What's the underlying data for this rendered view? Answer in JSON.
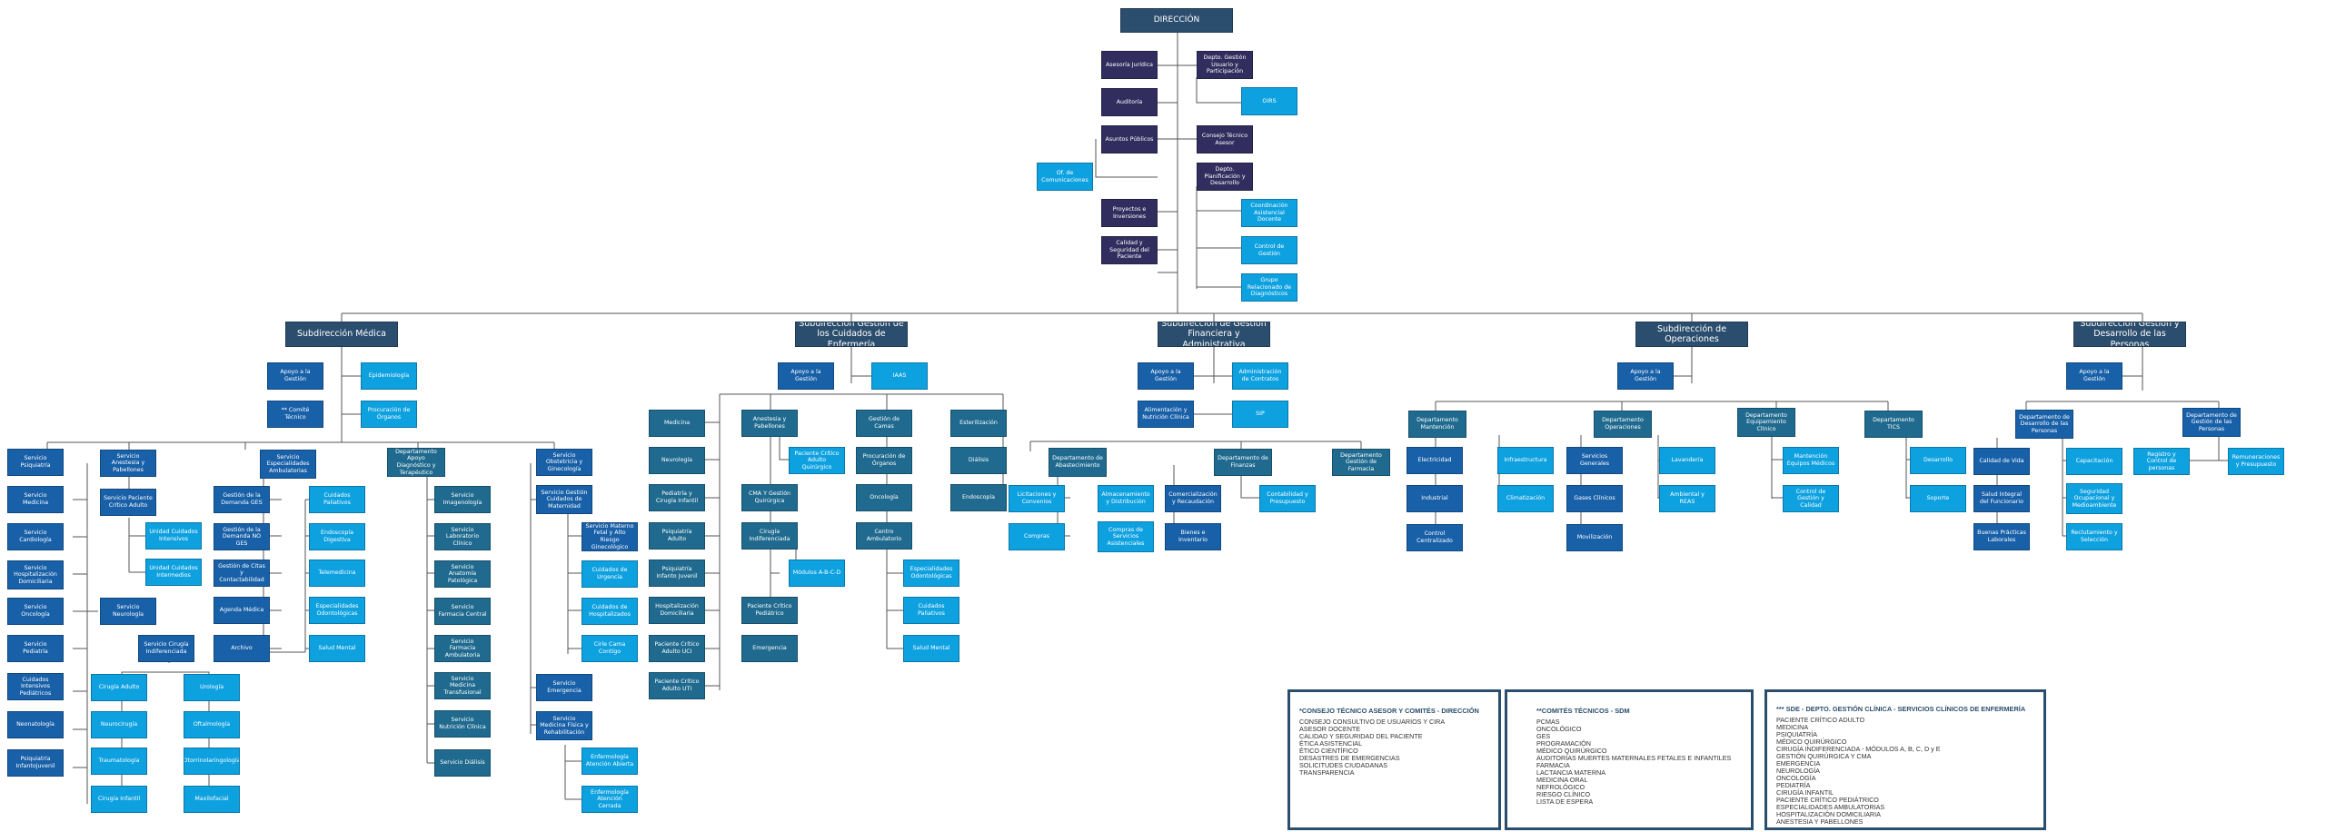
{
  "org_chart": {
    "root": "DIRECCIÓN",
    "staff": {
      "asesoria_juridica": "Asesoría Jurídica",
      "auditoria": "Auditoría",
      "asuntos_publicos": "Asuntos Públicos",
      "of_comunicaciones": "Of. de Comunicaciones",
      "proyectos_inversiones": "Proyectos e Inversiones",
      "calidad_seguridad": "Calidad y Seguridad del Paciente",
      "depto_gestion_usuario": "Depto. Gestión Usuario y Participación",
      "oirs": "OIRS",
      "consejo_tecnico": "Consejo Técnico Asesor",
      "depto_planificacion": "Depto. Planificación y Desarrollo",
      "coordinacion_docente": "Coordinación Asistencial Docente",
      "control_gestion": "Control de Gestión",
      "grupo_diagnosticos": "Grupo Relacionado de Diagnósticos"
    },
    "medica": {
      "title": "Subdirección Médica",
      "apoyo": "Apoyo a la Gestión",
      "epidemiologia": "Epidemiología",
      "comite": "** Comité Técnico",
      "procuracion": "Procuración de Órganos",
      "s_psiquiatria": "Servicio Psiquiatría",
      "s_medicina": "Servicio Medicina",
      "s_cardiologia": "Servicio Cardiología",
      "s_hospitalizacion": "Servicio Hospitalización Domiciliaria",
      "s_oncologia": "Servicio Oncología",
      "s_neurologia": "Servicio Neurología",
      "s_pediatria": "Servicio Pediatría",
      "cuidados_pediatricos": "Cuidados Intensivos Pediátricos",
      "neonatologia": "Neonatología",
      "psiquiatria_infanto": "Psiquiatría Infantojuvenil",
      "s_anestesia": "Servicio Anestesia y Pabellones",
      "s_paciente_critico": "Servicio Paciente Crítico Adulto",
      "unidad_intensivos": "Unidad Cuidados Intensivos",
      "unidad_intermedios": "Unidad Cuidados Intermedios",
      "s_cirugia_indif": "Servicio Cirugía Indiferenciada",
      "cirugia_adulto": "Cirugía Adulto",
      "neurocirugia": "Neurocirugía",
      "traumatologia": "Traumatología",
      "cirugia_infantil": "Cirugía Infantil",
      "urologia": "Urología",
      "oftalmologia": "Oftalmología",
      "otorrino": "Otorrinolaringología",
      "maxilofacial": "Maxilofacial",
      "s_especialidades": "Servicio Especialidades Ambulatorias",
      "gestion_ges": "Gestión de la Demanda GES",
      "gestion_no_ges": "Gestión de la Demanda NO GES",
      "gestion_citas": "Gestión de Citas y Contactabilidad",
      "agenda_medica": "Agenda Médica",
      "archivo": "Archivo",
      "cuidados_paliativos": "Cuidados Paliativos",
      "endoscopia": "Endoscopía Digestiva",
      "telemedicina": "Telemedicina",
      "especialidades_odonto": "Especialidades Odontológicas",
      "salud_mental": "Salud Mental",
      "depto_apoyo": "Departamento Apoyo Diagnóstico y Terapéutico",
      "s_imagenologia": "Servicio Imagenología",
      "s_laboratorio": "Servicio Laboratorio Clínico",
      "s_anatomia": "Servicio Anatomía Patológica",
      "s_farmacia_central": "Servicio Farmacia Central",
      "s_farmacia_amb": "Servicio Farmacia Ambulatoria",
      "s_medicina_transf": "Servicio Medicina Transfusional",
      "s_nutricion": "Servicio Nutrición Clínica",
      "s_dialisis": "Servicio Diálisis",
      "s_obstetricia": "Servicio Obstetricia y Ginecología",
      "s_gestion_maternidad": "Servicio Gestión Cuidados de Maternidad",
      "s_materno_fetal": "Servicio Materno Fetal y Alto Riesgo Ginecológico",
      "cuidados_urgencia": "Cuidados de Urgencia",
      "cuidados_hosp": "Cuidados de Hospitalizados",
      "cirle_cama": "Cirle Cama Contigo",
      "s_emergencia": "Servicio Emergencia",
      "s_medicina_fisica": "Servicio Medicina Física y Rehabilitación",
      "enf_abierta": "Enfermología Atención Abierta",
      "enf_cerrada": "Enfermología Atención Cerrada"
    },
    "enfermeria": {
      "title": "Subdirección Gestión de los Cuidados de Enfermería",
      "apoyo": "Apoyo a la Gestión",
      "iaas": "IAAS",
      "medicina": "Medicina",
      "neurologia": "Neurología",
      "pediatria_cirugia": "Pediatría y Cirugía Infantil",
      "psiquiatria_adulto": "Psiquiatría Adulto",
      "psiquiatria_infanto": "Psiquiatría Infanto Juvenil",
      "hosp_domiciliaria": "Hospitalización Domiciliaria",
      "critico_uci": "Paciente Crítico Adulto UCI",
      "critico_uti": "Paciente Crítico Adulto UTI",
      "anestesia": "Anestesia y Pabellones",
      "critico_quirurgico": "Paciente Crítico Adulto Quirúrgico",
      "cma": "CMA Y Gestión Quirúrgica",
      "cirugia_indif": "Cirugía Indiferenciada",
      "modulos": "Módulos A-B-C-D",
      "critico_pediatrico": "Paciente Crítico Pediátrico",
      "emergencia": "Emergencia",
      "gestion_camas": "Gestión de Camas",
      "procuracion": "Procuración de Órganos",
      "oncologia": "Oncología",
      "centro_ambulatorio": "Centro Ambulatorio",
      "especialidades_odonto": "Especialidades Odontológicas",
      "cuidados_paliativos": "Cuidados Paliativos",
      "salud_mental": "Salud Mental",
      "esterilizacion": "Esterilización",
      "dialisis": "Diálisis",
      "endoscopia": "Endoscopía"
    },
    "finanzas": {
      "title": "Subdirección de Gestión Financiera y Administrativa",
      "apoyo": "Apoyo a la Gestión",
      "admin_contratos": "Administración de Contratos",
      "alimentacion": "Alimentación y Nutrición Clínica",
      "sip": "SIP",
      "depto_abastecimiento": "Departamento de Abastecimiento",
      "licitaciones": "Licitaciones y Convenios",
      "compras": "Compras",
      "almacenamiento": "Almacenamiento y Distribución",
      "compras_servicios": "Compras de Servicios Asistenciales",
      "depto_finanzas": "Departamento de Finanzas",
      "comercializacion": "Comercialización y Recaudación",
      "bienes_inventario": "Bienes e Inventario",
      "contabilidad": "Contabilidad y Presupuesto",
      "depto_farmacia": "Departamento Gestión de Farmacia"
    },
    "operaciones": {
      "title": "Subdirección de Operaciones",
      "apoyo": "Apoyo a la Gestión",
      "depto_mantencion": "Departamento Mantención",
      "electricidad": "Electricidad",
      "industrial": "Industrial",
      "control_centralizado": "Control Centralizado",
      "infraestructura": "Infraestructura",
      "climatizacion": "Climatización",
      "depto_operaciones": "Departamento Operaciones",
      "servicios_generales": "Servicios Generales",
      "gases_clinicos": "Gases Clínicos",
      "movilizacion": "Movilización",
      "lavanderia": "Lavandería",
      "ambiental_reas": "Ambiental y REAS",
      "depto_equipamiento": "Departamento Equipamiento Clínico",
      "mantencion_equipos": "Mantención Equipos Médicos",
      "control_calidad": "Control de Gestión y Calidad",
      "depto_tics": "Departamento TICS",
      "desarrollo": "Desarrollo",
      "soporte": "Soporte"
    },
    "personas": {
      "title": "Subdirección Gestión y Desarrollo de las Personas",
      "apoyo": "Apoyo a la Gestión",
      "depto_desarrollo": "Departamento de Desarrollo de las Personas",
      "calidad_vida": "Calidad de Vida",
      "salud_integral": "Salud Integral del Funcionario",
      "buenas_practicas": "Buenas Prácticas Laborales",
      "capacitacion": "Capacitación",
      "seguridad_ocupacional": "Seguridad Ocupacional y Medioambiente",
      "reclutamiento": "Reclutamiento y Selección",
      "depto_gestion": "Departamento de Gestión de las Personas",
      "registro_control": "Registro y Control de personas",
      "remuneraciones": "Remuneraciones y Presupuesto"
    },
    "notes": {
      "n1": {
        "title": "*CONSEJO TÉCNICO ASESOR Y COMITÉS - DIRECCIÓN",
        "lines": [
          "CONSEJO CONSULTIVO DE USUARIOS Y CIRA",
          "ASESOR DOCENTE",
          "CALIDAD Y SEGURIDAD DEL PACIENTE",
          "ÉTICA ASISTENCIAL",
          "ÉTICO CIENTÍFICO",
          "DESASTRES DE EMERGENCIAS",
          "SOLICITUDES CIUDADANAS",
          "TRANSPARENCIA"
        ]
      },
      "n2": {
        "title": "**COMITÉS TÉCNICOS - SDM",
        "lines": [
          "PCMAS",
          "ONCOLÓGICO",
          "GES",
          "PROGRAMACIÓN",
          "MÉDICO QUIRÚRGICO",
          "AUDITORÍAS MUERTES MATERNALES FETALES E INFANTILES",
          "FARMACIA",
          "LACTANCIA MATERNA",
          "MEDICINA ORAL",
          "NEFROLÓGICO",
          "RIESGO CLÍNICO",
          "LISTA DE ESPERA"
        ]
      },
      "n3": {
        "title": "*** SDE - DEPTO. GESTIÓN CLÍNICA - SERVICIOS CLÍNICOS DE ENFERMERÍA",
        "lines": [
          "PACIENTE CRÍTICO ADULTO",
          "MEDICINA",
          "PSIQUIATRÍA",
          "MÉDICO QUIRÚRGICO",
          "CIRUGÍA INDIFERENCIADA - MÓDULOS A, B, C, D y E",
          "GESTIÓN QUIRÚRGICA Y CMA",
          "EMERGENCIA",
          "NEUROLOGÍA",
          "ONCOLOGÍA",
          "PEDIATRÍA",
          "CIRUGÍA INFANTIL",
          "PACIENTE CRÍTICO PEDIÁTRICO",
          "ESPECIALIDADES AMBULATORIAS",
          "HOSPITALIZACIÓN DOMICILIARIA",
          "ANESTESIA Y PABELLONES"
        ]
      }
    }
  }
}
